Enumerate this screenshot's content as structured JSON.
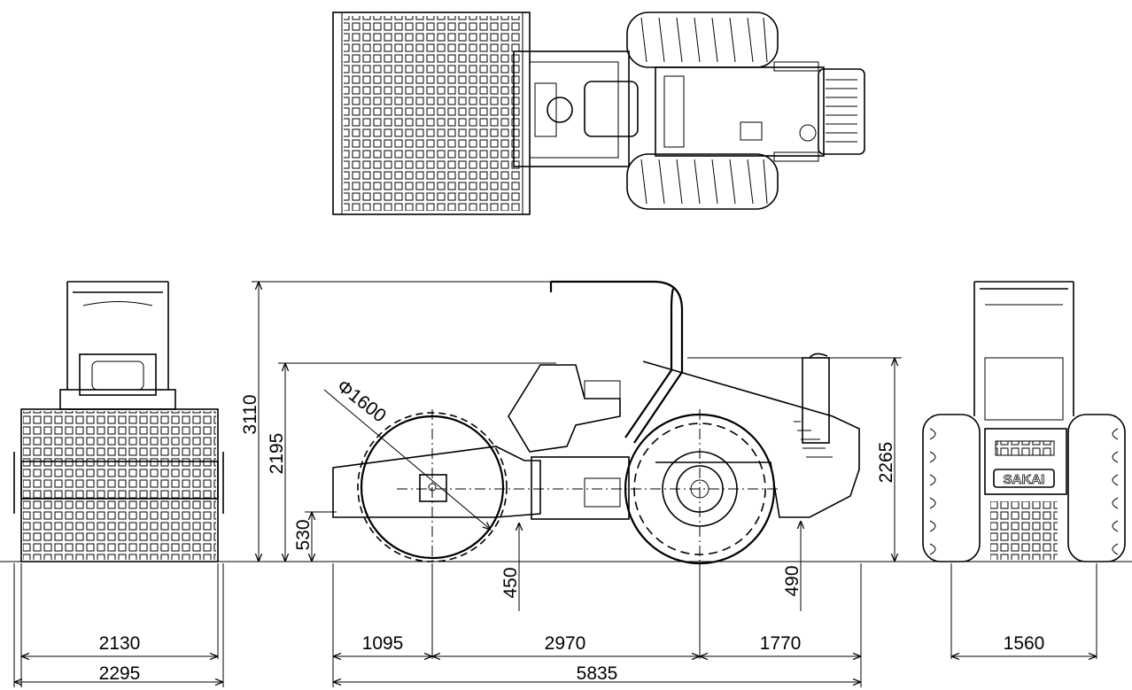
{
  "brand_text": "SAKAI",
  "dimensions": {
    "front_width_inner": "2130",
    "front_width_outer": "2295",
    "overall_height": "3110",
    "height_to_step": "2195",
    "drum_axle_height": "530",
    "drum_diameter": "Φ1600",
    "drum_clearance": "450",
    "rear_clearance": "490",
    "exhaust_height": "2265",
    "front_overhang": "1095",
    "wheelbase": "2970",
    "rear_overhang": "1770",
    "overall_length": "5835",
    "rear_width": "1560"
  }
}
